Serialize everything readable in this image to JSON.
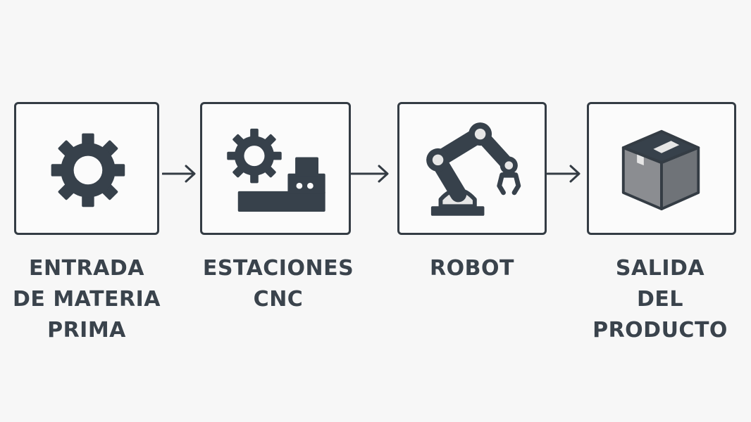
{
  "colors": {
    "background": "#f7f7f7",
    "stroke": "#343c44",
    "icon_dark": "#37414b",
    "icon_light": "#e6e6e6",
    "box_side": "#8b8d91",
    "box_front": "#6f7378",
    "label_text": "#3a434c"
  },
  "steps": [
    {
      "icon": "gear-icon",
      "label_lines": [
        "ENTRADA",
        "DE MATERIA",
        "PRIMA"
      ]
    },
    {
      "icon": "cnc-machine-icon",
      "label_lines": [
        "ESTACIONES",
        "CNC"
      ]
    },
    {
      "icon": "robot-arm-icon",
      "label_lines": [
        "ROBOT"
      ]
    },
    {
      "icon": "package-box-icon",
      "label_lines": [
        "SALIDA",
        "DEL",
        "PRODUCTO"
      ]
    }
  ],
  "connectors": [
    "arrow-right-icon",
    "arrow-right-icon",
    "arrow-right-icon"
  ]
}
